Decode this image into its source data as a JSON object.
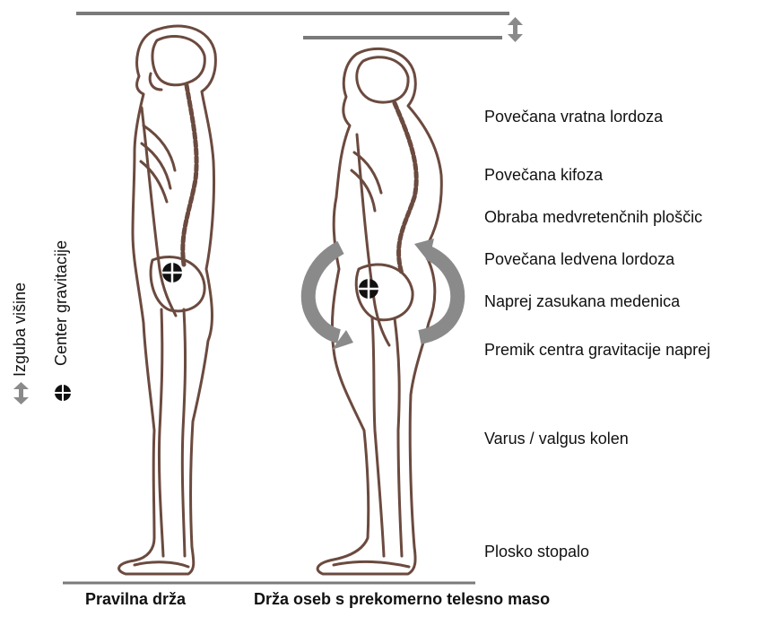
{
  "legend": {
    "height_loss": "Izguba višine",
    "center_gravity": "Center gravitacije"
  },
  "labels": [
    "Povečana vratna lordoza",
    "Povečana kifoza",
    "Obraba medvretenčnih ploščic",
    "Povečana ledvena lordoza",
    "Naprej zasukana medenica",
    "Premik centra gravitacije naprej",
    "Varus / valgus kolen",
    "Plosko stopalo"
  ],
  "captions": {
    "left": "Pravilna drža",
    "right": "Drža oseb s prekomerno telesno maso"
  },
  "colors": {
    "line": "#7a7a7a",
    "figure": "#6b4a3f",
    "arrow": "#8a8a8a"
  },
  "icons": [
    "double-arrow-icon",
    "gravity-center-icon",
    "rotation-arrow-icon"
  ]
}
